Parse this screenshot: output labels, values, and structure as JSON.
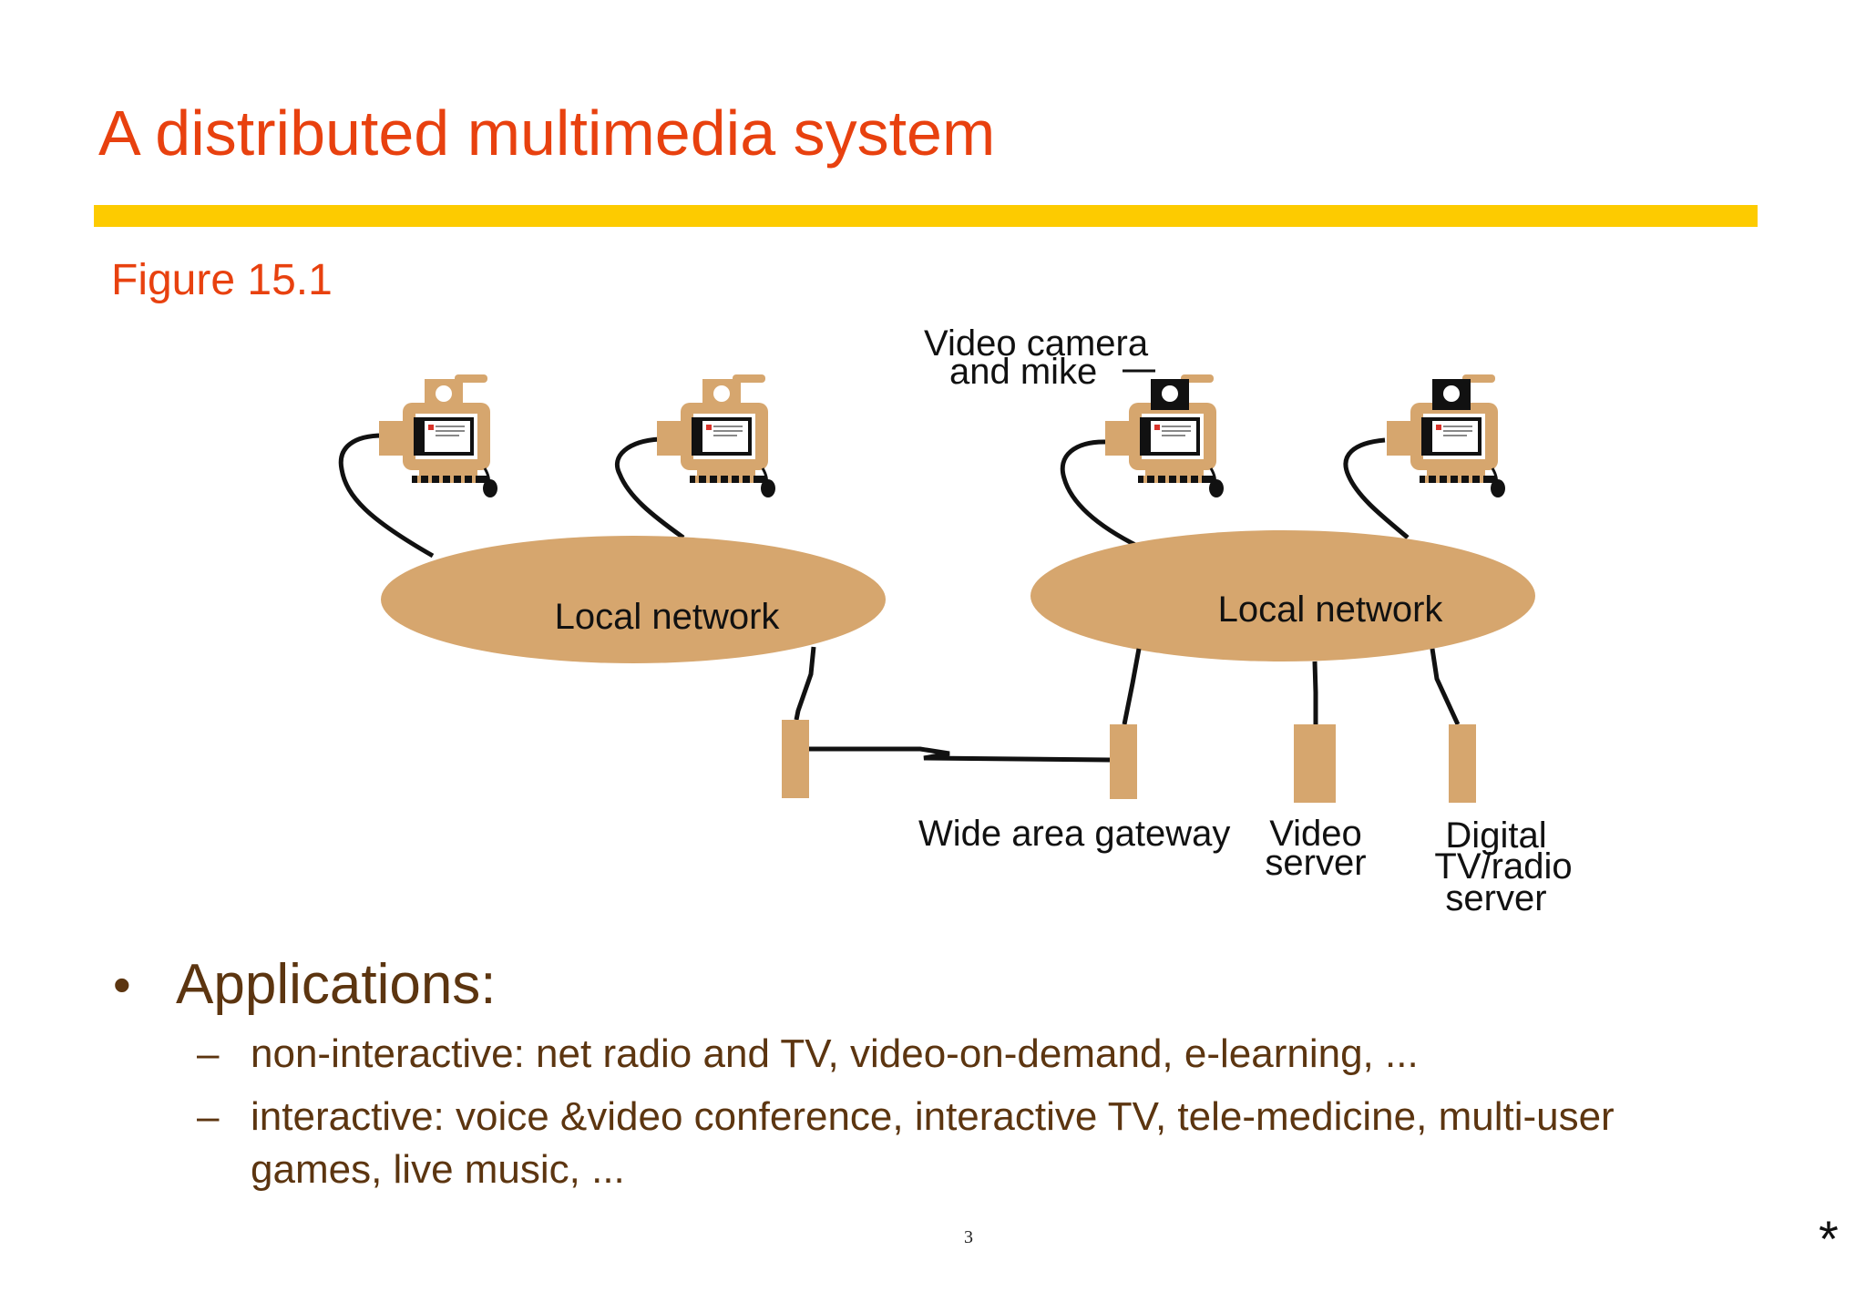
{
  "slide": {
    "title": "A distributed multimedia system",
    "figure_label": "Figure 15.1",
    "page_number": "3",
    "corner_mark": "*"
  },
  "diagram": {
    "camera_label": [
      "Video camera",
      "and mike"
    ],
    "networks": [
      {
        "label": "Local network"
      },
      {
        "label": "Local network"
      }
    ],
    "gateway_label": "Wide area gateway",
    "video_server_label": [
      "Video",
      "server"
    ],
    "tv_server_label": [
      "Digital",
      "TV/radio",
      "server"
    ],
    "workstation_icon": "workstation-with-camera-icon",
    "colors": {
      "tan": "#d6a66e",
      "black": "#111111"
    }
  },
  "bullets": {
    "heading": "Applications:",
    "items": [
      "non-interactive: net radio and TV, video-on-demand, e-learning, ...",
      "interactive: voice &video conference, interactive TV, tele-medicine, multi-user games, live music, ..."
    ]
  }
}
